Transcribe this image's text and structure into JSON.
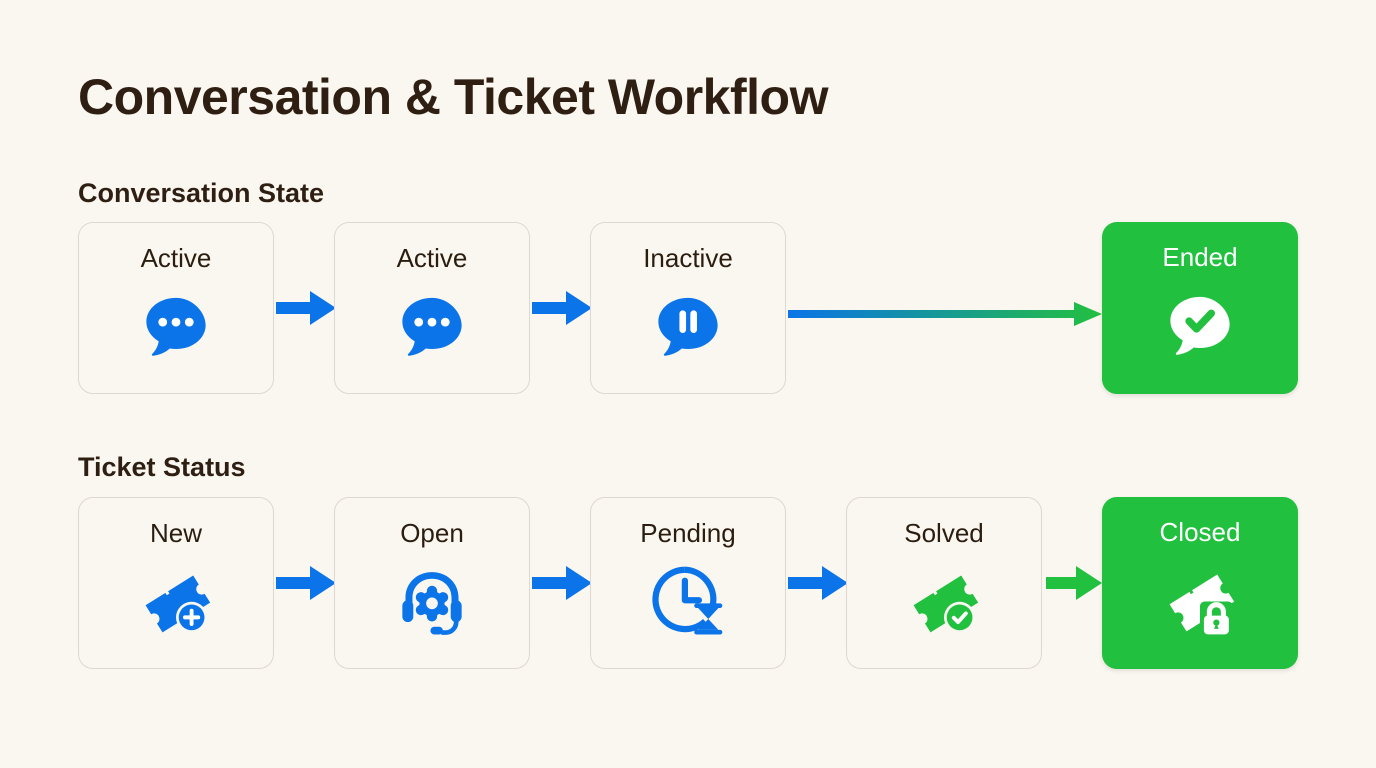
{
  "page": {
    "title": "Conversation & Ticket Workflow",
    "background_color": "#faf7f0",
    "title_color": "#2e1f12",
    "accent_blue": "#0b74e8",
    "accent_green": "#22c03f",
    "card_border_color": "#ddd8d0"
  },
  "sections": [
    {
      "heading": "Conversation State",
      "steps": [
        {
          "label": "Active",
          "icon": "chat-bubble-dots-icon",
          "style": "outline",
          "color": "#0b74e8"
        },
        {
          "label": "Active",
          "icon": "chat-bubble-dots-icon",
          "style": "outline",
          "color": "#0b74e8"
        },
        {
          "label": "Inactive",
          "icon": "chat-bubble-pause-icon",
          "style": "outline",
          "color": "#0b74e8"
        },
        {
          "label": "Ended",
          "icon": "chat-bubble-check-icon",
          "style": "filled",
          "color": "#ffffff"
        }
      ],
      "arrows": [
        {
          "from": "Active",
          "to": "Active",
          "type": "short",
          "color": "#0b74e8"
        },
        {
          "from": "Active",
          "to": "Inactive",
          "type": "short",
          "color": "#0b74e8"
        },
        {
          "from": "Inactive",
          "to": "Ended",
          "type": "long-gradient",
          "color_start": "#0b74e8",
          "color_end": "#22c03f"
        }
      ]
    },
    {
      "heading": "Ticket Status",
      "steps": [
        {
          "label": "New",
          "icon": "ticket-plus-icon",
          "style": "outline",
          "color": "#0b74e8"
        },
        {
          "label": "Open",
          "icon": "headset-gear-icon",
          "style": "outline",
          "color": "#0b74e8"
        },
        {
          "label": "Pending",
          "icon": "clock-hourglass-icon",
          "style": "outline",
          "color": "#0b74e8"
        },
        {
          "label": "Solved",
          "icon": "ticket-check-icon",
          "style": "outline",
          "color": "#22c03f"
        },
        {
          "label": "Closed",
          "icon": "ticket-lock-icon",
          "style": "filled",
          "color": "#ffffff"
        }
      ],
      "arrows": [
        {
          "from": "New",
          "to": "Open",
          "type": "short",
          "color": "#0b74e8"
        },
        {
          "from": "Open",
          "to": "Pending",
          "type": "short",
          "color": "#0b74e8"
        },
        {
          "from": "Pending",
          "to": "Solved",
          "type": "short",
          "color": "#0b74e8"
        },
        {
          "from": "Solved",
          "to": "Closed",
          "type": "short",
          "color": "#22c03f"
        }
      ]
    }
  ]
}
